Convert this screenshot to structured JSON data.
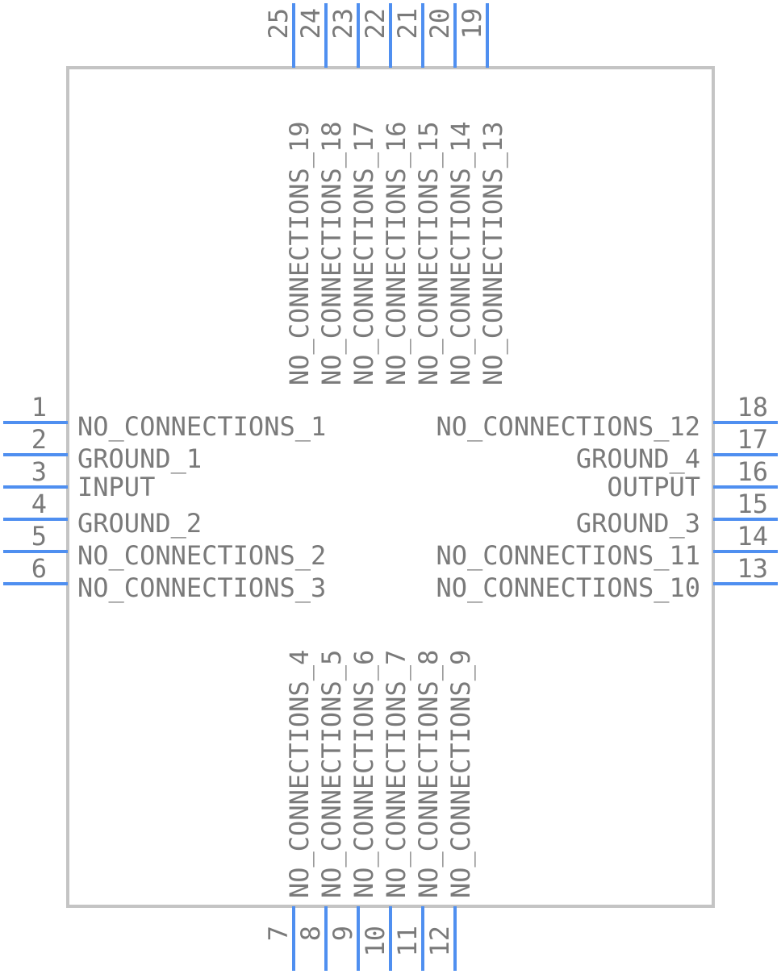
{
  "component": {
    "colors": {
      "pin": "#4f8ff0",
      "body": "#c4c4c4",
      "text": "#7a7a7a",
      "background": "#ffffff"
    }
  },
  "pins": {
    "left": [
      {
        "number": "1",
        "name": "NO_CONNECTIONS_1"
      },
      {
        "number": "2",
        "name": "GROUND_1"
      },
      {
        "number": "3",
        "name": "INPUT"
      },
      {
        "number": "4",
        "name": "GROUND_2"
      },
      {
        "number": "5",
        "name": "NO_CONNECTIONS_2"
      },
      {
        "number": "6",
        "name": "NO_CONNECTIONS_3"
      }
    ],
    "right": [
      {
        "number": "18",
        "name": "NO_CONNECTIONS_12"
      },
      {
        "number": "17",
        "name": "GROUND_4"
      },
      {
        "number": "16",
        "name": "OUTPUT"
      },
      {
        "number": "15",
        "name": "GROUND_3"
      },
      {
        "number": "14",
        "name": "NO_CONNECTIONS_11"
      },
      {
        "number": "13",
        "name": "NO_CONNECTIONS_10"
      }
    ],
    "top": [
      {
        "number": "25",
        "name": ""
      },
      {
        "number": "24",
        "name": "NO_CONNECTIONS_19"
      },
      {
        "number": "23",
        "name": "NO_CONNECTIONS_18"
      },
      {
        "number": "22",
        "name": "NO_CONNECTIONS_17"
      },
      {
        "number": "21",
        "name": "NO_CONNECTIONS_16"
      },
      {
        "number": "20",
        "name": "NO_CONNECTIONS_15"
      },
      {
        "number": "19",
        "name": "NO_CONNECTIONS_14"
      },
      {
        "number": "",
        "name": "NO_CONNECTIONS_13"
      }
    ],
    "bottom": [
      {
        "number": "7",
        "name": "NO_CONNECTIONS_4"
      },
      {
        "number": "8",
        "name": "NO_CONNECTIONS_5"
      },
      {
        "number": "9",
        "name": "NO_CONNECTIONS_6"
      },
      {
        "number": "10",
        "name": "NO_CONNECTIONS_7"
      },
      {
        "number": "11",
        "name": "NO_CONNECTIONS_8"
      },
      {
        "number": "12",
        "name": "NO_CONNECTIONS_9"
      }
    ]
  }
}
